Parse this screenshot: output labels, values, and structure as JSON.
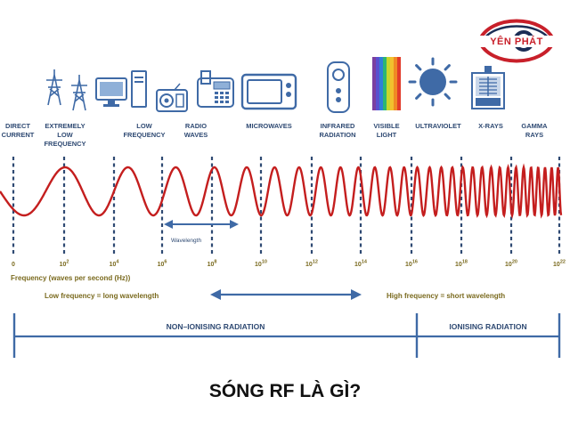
{
  "logo": {
    "text": "YÊN PHÁT",
    "color": "#c8202a"
  },
  "categories": [
    {
      "lines": [
        "DIRECT",
        "CURRENT"
      ],
      "icon": "none"
    },
    {
      "lines": [
        "EXTREMELY",
        "LOW",
        "FREQUENCY"
      ],
      "icon": "power-tower-icon"
    },
    {
      "lines": [
        "LOW",
        "FREQUENCY"
      ],
      "icon": "computer-icon"
    },
    {
      "lines": [
        "RADIO",
        "WAVES"
      ],
      "icon": "radio-icon"
    },
    {
      "lines": [
        "MICROWAVES"
      ],
      "icon": "microwave-oven-icon"
    },
    {
      "lines": [
        "INFRARED",
        "RADIATION"
      ],
      "icon": "remote-control-icon"
    },
    {
      "lines": [
        "VISIBLE",
        "LIGHT"
      ],
      "icon": "rainbow-spectrum-icon"
    },
    {
      "lines": [
        "ULTRAVIOLET"
      ],
      "icon": "sun-icon"
    },
    {
      "lines": [
        "X-RAYS"
      ],
      "icon": "xray-machine-icon"
    },
    {
      "lines": [
        "GAMMA",
        "RAYS"
      ],
      "icon": "none"
    }
  ],
  "phone_icon": "telephone-icon",
  "frequency_ticks": [
    {
      "base": "0",
      "exp": ""
    },
    {
      "base": "10",
      "exp": "2"
    },
    {
      "base": "10",
      "exp": "4"
    },
    {
      "base": "10",
      "exp": "6"
    },
    {
      "base": "10",
      "exp": "8"
    },
    {
      "base": "10",
      "exp": "10"
    },
    {
      "base": "10",
      "exp": "12"
    },
    {
      "base": "10",
      "exp": "14"
    },
    {
      "base": "10",
      "exp": "16"
    },
    {
      "base": "10",
      "exp": "18"
    },
    {
      "base": "10",
      "exp": "20"
    },
    {
      "base": "10",
      "exp": "22"
    }
  ],
  "wavelength_label": "Wavelength",
  "frequency_axis_label": "Frequency (waves per second (Hz))",
  "low_freq_text": "Low frequency = long wavelength",
  "high_freq_text": "High frequency = short wavelength",
  "bands": [
    {
      "label": "NON–IONISING RADIATION"
    },
    {
      "label": "IONISING RADIATION"
    }
  ],
  "title": "SÓNG RF LÀ GÌ?",
  "colors": {
    "wave": "#c41e1e",
    "dark_blue": "#2f4a73",
    "mid_blue": "#3f6aa6",
    "olive": "#7a6a1e"
  }
}
